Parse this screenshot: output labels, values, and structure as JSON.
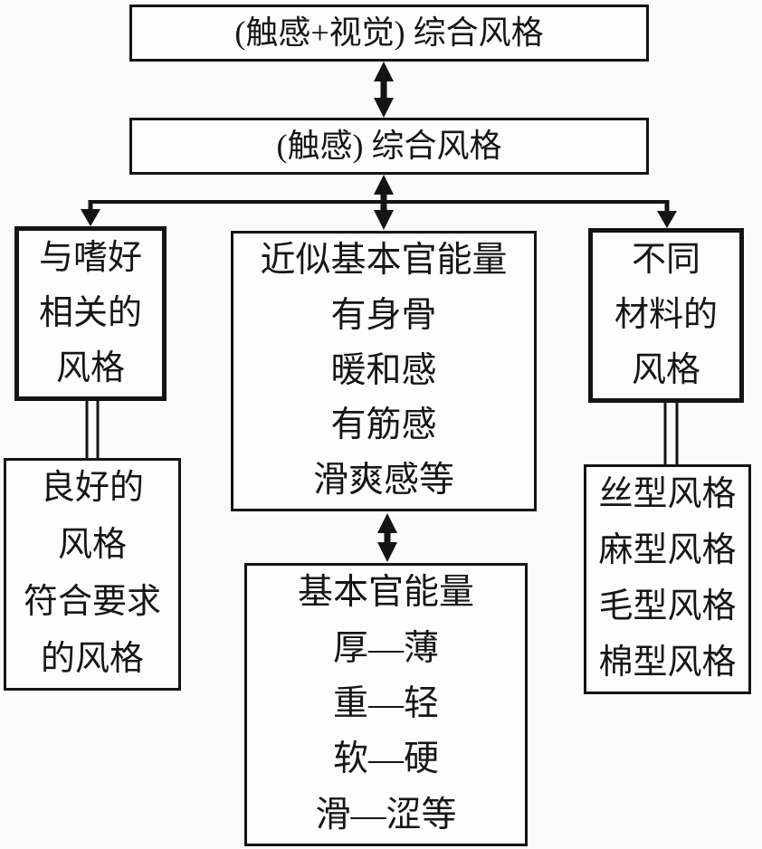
{
  "nodes": {
    "touch_visual_style": {
      "label": "(触感+视觉) 综合风格"
    },
    "touch_style": {
      "label": "(触感) 综合风格"
    },
    "preference_style": {
      "lines": [
        "与嗜好",
        "相关的",
        "风格"
      ]
    },
    "approx_basic_senses": {
      "lines": [
        "近似基本官能量",
        "有身骨",
        "暖和感",
        "有筋感",
        "滑爽感等"
      ]
    },
    "material_style": {
      "lines": [
        "不同",
        "材料的",
        "风格"
      ]
    },
    "good_style": {
      "lines": [
        "良好的",
        "风格",
        "符合要求",
        "的风格"
      ]
    },
    "basic_senses": {
      "lines": [
        "基本官能量",
        "厚—薄",
        "重—轻",
        "软—硬",
        "滑—涩等"
      ]
    },
    "material_type_styles": {
      "lines": [
        "丝型风格",
        "麻型风格",
        "毛型风格",
        "棉型风格"
      ]
    }
  },
  "colors": {
    "ink": "#141414",
    "background": "#fbfbfc",
    "box_fill": "#fdfdfe"
  }
}
